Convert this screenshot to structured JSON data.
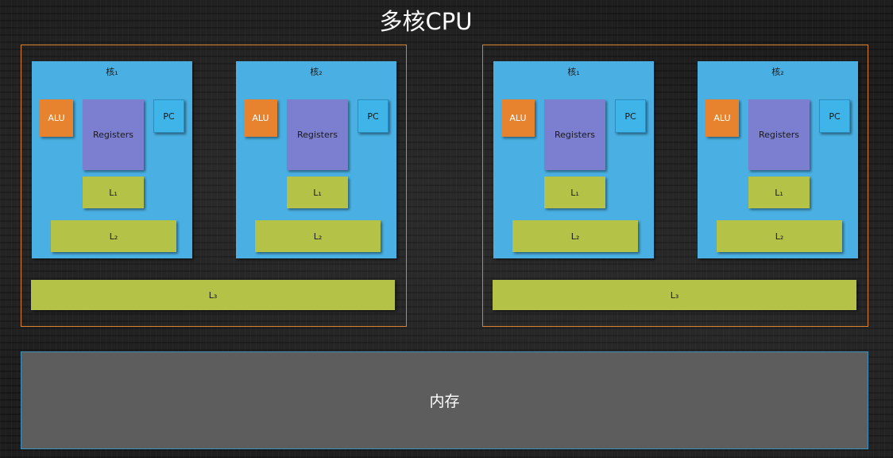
{
  "title": "多核CPU",
  "cpus": [
    {
      "cores": [
        {
          "label": "核₁",
          "alu": "ALU",
          "registers": "Registers",
          "pc": "PC",
          "l1": "L₁",
          "l2": "L₂"
        },
        {
          "label": "核₂",
          "alu": "ALU",
          "registers": "Registers",
          "pc": "PC",
          "l1": "L₁",
          "l2": "L₂"
        }
      ],
      "l3": "L₃"
    },
    {
      "cores": [
        {
          "label": "核₁",
          "alu": "ALU",
          "registers": "Registers",
          "pc": "PC",
          "l1": "L₁",
          "l2": "L₂"
        },
        {
          "label": "核₂",
          "alu": "ALU",
          "registers": "Registers",
          "pc": "PC",
          "l1": "L₁",
          "l2": "L₂"
        }
      ],
      "l3": "L₃"
    }
  ],
  "memory": "内存",
  "colors": {
    "background": "#1e1e1e",
    "frame": "#d9822b",
    "core": "#4ab0e3",
    "alu": "#e7832f",
    "pc": "#3fb4e8",
    "registers": "#7c7fcf",
    "cache": "#b4c248",
    "memory": "#5d5d5d"
  }
}
